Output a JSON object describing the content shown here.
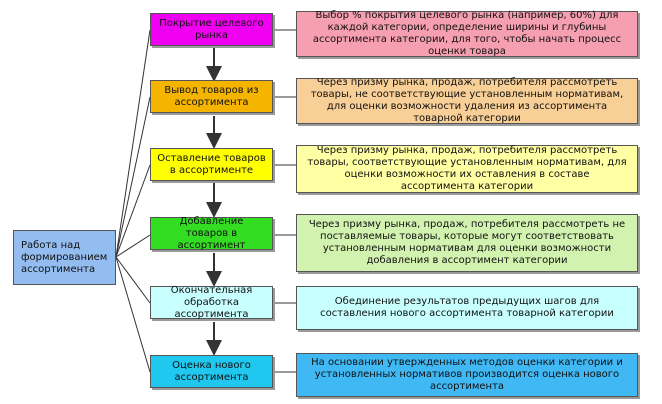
{
  "root": {
    "label": "Работа над формированием ассортимента"
  },
  "steps": [
    {
      "title": "Покрытие целевого рынка",
      "description": "Выбор % покрытия целевого рынка (например, 60%) для каждой категории, определение ширины и глубины ассортимента категории, для того, чтобы начать процесс оценки товара",
      "step_color": "#f000f0",
      "desc_color": "#f69fb1"
    },
    {
      "title": "Вывод товаров из ассортимента",
      "description": "Через призму рынка, продаж, потребителя рассмотреть товары,  не соответствующие установленным нормативам,  для оценки возможности удаления из ассортимента товарной категории",
      "step_color": "#f5b400",
      "desc_color": "#f8cf96"
    },
    {
      "title": "Оставление товаров в ассортименте",
      "description": "Через призму рынка, продаж, потребителя рассмотреть товары, соответствующие установленным нормативам, для оценки возможности их оставления в составе ассортимента категории",
      "step_color": "#ffff00",
      "desc_color": "#ffffa3"
    },
    {
      "title": "Добавление товаров в ассортимент",
      "description": "Через призму рынка, продаж, потребителя рассмотреть не поставляемые товары, которые могут соответствовать установленным нормативам для оценки возможности добавления в ассортимент категории",
      "step_color": "#33dd22",
      "desc_color": "#d2f2b0"
    },
    {
      "title": "Окончательная обработка ассортимента",
      "description": "Обединение результатов предыдущих шагов для составления нового ассортимента товарной категории",
      "step_color": "#c8ffff",
      "desc_color": "#c8ffff"
    },
    {
      "title": "Оценка нового ассортимента",
      "description": "На основании утвержденных  методов оценки категории и установленных нормативов производится оценка нового ассортимента",
      "step_color": "#20c8f0",
      "desc_color": "#40b8f4"
    }
  ]
}
